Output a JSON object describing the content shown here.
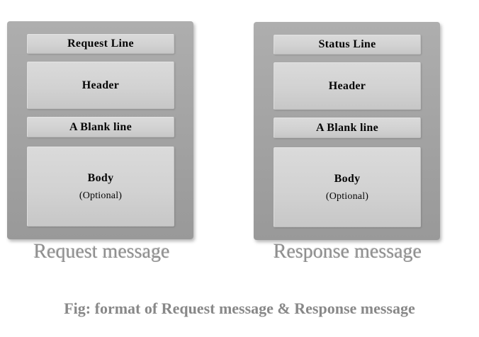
{
  "colors": {
    "background": "#ffffff",
    "outer_panel_gray": "#a2a2a2",
    "inner_box_gray": "#d2d2d2",
    "box_label_text": "#050505",
    "caption_text": "#8f8f8f"
  },
  "panels": [
    {
      "caption": "Request message",
      "rows": [
        {
          "label": "Request Line"
        },
        {
          "label": "Header"
        },
        {
          "label": "A Blank line"
        },
        {
          "label": "Body",
          "sublabel": "(Optional)"
        }
      ]
    },
    {
      "caption": "Response message",
      "rows": [
        {
          "label": "Status Line"
        },
        {
          "label": "Header"
        },
        {
          "label": "A Blank line"
        },
        {
          "label": "Body",
          "sublabel": "(Optional)"
        }
      ]
    }
  ],
  "figure_caption": "Fig: format of Request message & Response message"
}
